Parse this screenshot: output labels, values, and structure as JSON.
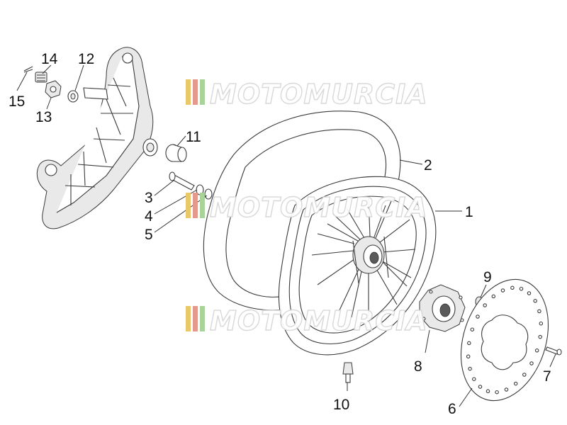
{
  "watermark": {
    "text": "MOTOMURCIA",
    "stripe_colors": [
      "#e8c86a",
      "#e39a8c",
      "#a8d49a"
    ]
  },
  "callouts": [
    "1",
    "2",
    "3",
    "4",
    "5",
    "6",
    "7",
    "8",
    "9",
    "10",
    "11",
    "12",
    "13",
    "14",
    "15"
  ],
  "colors": {
    "line": "#3a3a3a",
    "label": "#111111"
  }
}
